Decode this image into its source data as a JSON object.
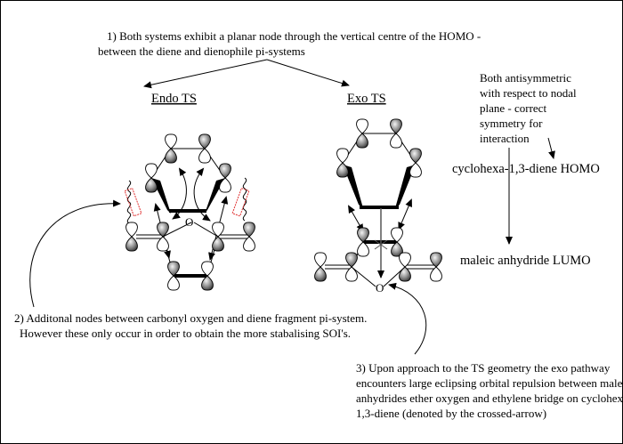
{
  "note1": {
    "lines": [
      "1) Both systems exhibit a planar node through the vertical centre of the HOMO -",
      "between the diene and dienophile pi-systems"
    ]
  },
  "endo_label": "Endo TS",
  "exo_label": "Exo TS",
  "symmetry_note": {
    "lines": [
      "Both antisymmetric",
      "with respect to nodal",
      "plane - correct",
      "symmetry for",
      "interaction"
    ]
  },
  "homo_label": "cyclohexa-1,3-diene HOMO",
  "lumo_label": "maleic anhydride LUMO",
  "note2": {
    "lines": [
      "2) Additonal nodes between carbonyl oxygen and diene fragment pi-system.",
      "However these only occur in order to obtain the more stabalising SOI's."
    ]
  },
  "note3": {
    "lines": [
      "3) Upon approach to the TS geometry the exo pathway",
      "encounters large eclipsing orbital repulsion between maleic",
      "anhydrides ether oxygen and ethylene bridge on cyclohexa-",
      "1,3-diene (denoted by the crossed-arrow)"
    ]
  },
  "oxygen_label": "O",
  "colors": {
    "lobe_fill": "#7a7a7a",
    "highlight": "#e03030",
    "arrow_grey": "#555555"
  }
}
